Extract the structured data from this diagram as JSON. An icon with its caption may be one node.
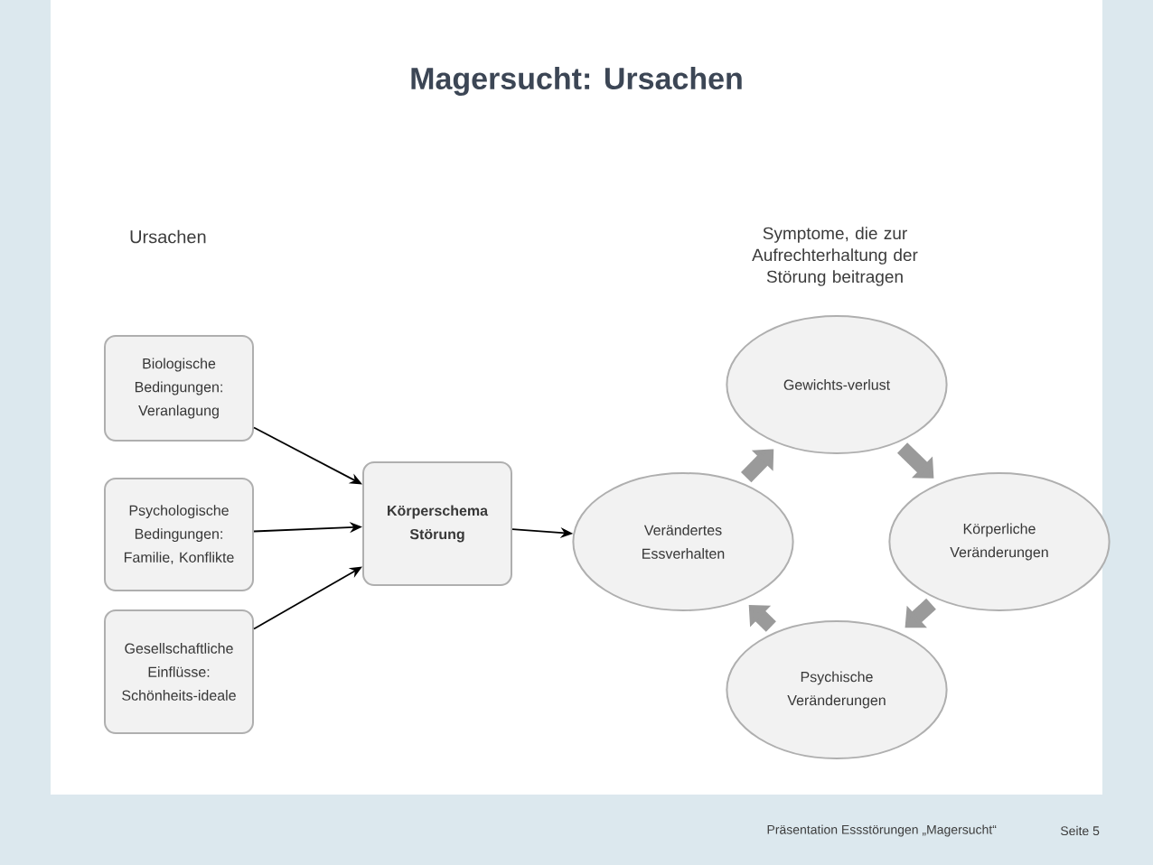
{
  "diagram": {
    "title": "Magersucht: Ursachen",
    "nodes": [
      {
        "text": [
          "Biologische Bedingungen: Veranlagung"
        ]
      },
      {
        "text": [
          "Psychologische Bedingungen: Familie, Konflikte"
        ]
      },
      {
        "text": [
          "Gesellschaftliche Einflüsse: Schönheits-ideale"
        ]
      },
      {
        "text": [
          "Körperschema Störung"
        ]
      },
      {
        "text": [
          "Verändertes Essverhalten"
        ]
      },
      {
        "text": [
          "Gewichts-verlust"
        ]
      },
      {
        "text": [
          "Körperliche Veränderungen"
        ]
      },
      {
        "text": [
          "Psychische Veränderungen"
        ]
      }
    ],
    "edges": [
      {
        "from": 0,
        "to": 3,
        "arrow": "to"
      },
      {
        "from": 1,
        "to": 3,
        "arrow": "to"
      },
      {
        "from": 2,
        "to": 3,
        "arrow": "to"
      },
      {
        "from": 3,
        "to": 4,
        "arrow": "to"
      },
      {
        "from": 4,
        "to": 5,
        "arrow": "to",
        "style": "thick",
        "color": "#9a9a9a"
      },
      {
        "from": 5,
        "to": 6,
        "arrow": "to",
        "style": "thick",
        "color": "#9a9a9a"
      },
      {
        "from": 6,
        "to": 7,
        "arrow": "to",
        "style": "thick",
        "color": "#9a9a9a"
      },
      {
        "from": 7,
        "to": 4,
        "arrow": "to",
        "style": "thick",
        "color": "#9a9a9a"
      }
    ],
    "labels": [
      "Ursachen",
      "Symptome, die zur Aufrechterhaltung der Störung beitragen",
      "Präsentation Essstörungen „Magersucht“",
      "Seite 5"
    ]
  }
}
